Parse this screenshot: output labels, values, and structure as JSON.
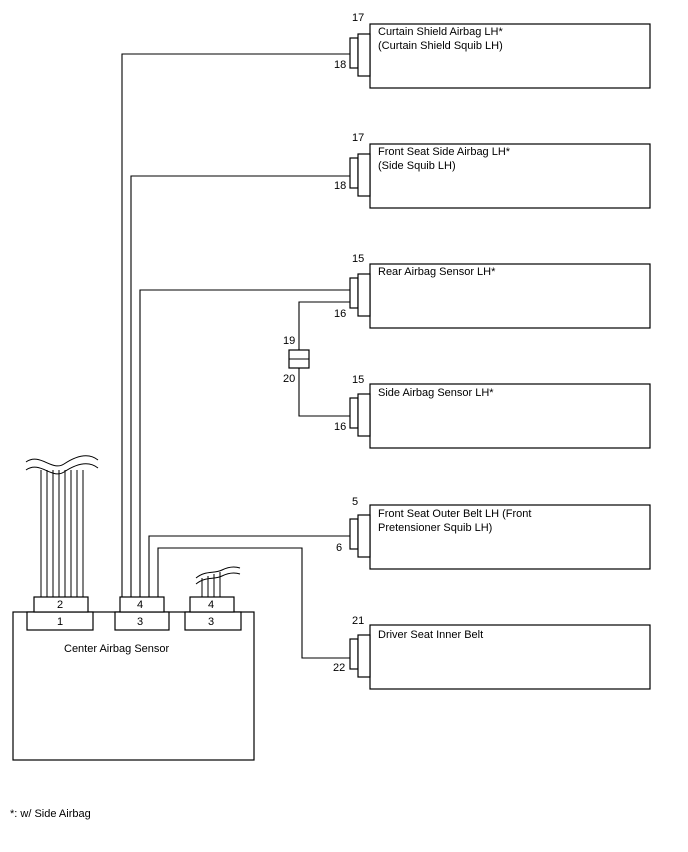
{
  "components": {
    "curtain_shield": {
      "line1": "Curtain Shield Airbag LH*",
      "line2": "(Curtain Shield Squib LH)",
      "pin_top": "17",
      "pin_bottom": "18"
    },
    "front_seat_side": {
      "line1": "Front Seat Side Airbag LH*",
      "line2": "(Side Squib LH)",
      "pin_top": "17",
      "pin_bottom": "18"
    },
    "rear_sensor": {
      "line1": "Rear Airbag Sensor LH*",
      "pin_top": "15",
      "pin_bottom": "16"
    },
    "side_sensor": {
      "line1": "Side Airbag Sensor LH*",
      "pin_top": "15",
      "pin_bottom": "16"
    },
    "outer_belt": {
      "line1": "Front Seat Outer Belt LH (Front",
      "line2": "Pretensioner Squib LH)",
      "pin_top": "5",
      "pin_bottom": "6"
    },
    "inner_belt": {
      "line1": "Driver Seat Inner Belt",
      "pin_top": "21",
      "pin_bottom": "22"
    }
  },
  "junction": {
    "pin_top": "19",
    "pin_bottom": "20"
  },
  "center_sensor": {
    "label": "Center Airbag Sensor",
    "conn_left_top": "2",
    "conn_left_bottom": "1",
    "conn_mid_top": "4",
    "conn_mid_bottom": "3",
    "conn_right_top": "4",
    "conn_right_bottom": "3"
  },
  "footnote": "*: w/ Side Airbag"
}
